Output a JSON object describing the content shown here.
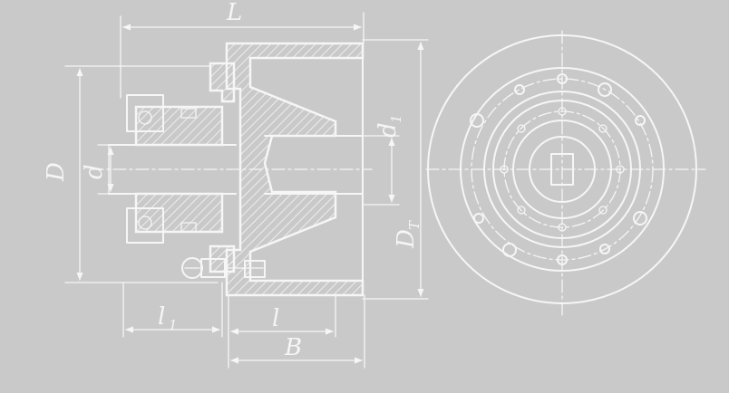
{
  "labels": {
    "L": "L",
    "D": "D",
    "d": "d",
    "d1_main": "d",
    "d1_sub": "1",
    "DT_main": "D",
    "DT_sub": "T",
    "l1_main": "l",
    "l1_sub": "1",
    "l": "l",
    "B": "B"
  },
  "colors": {
    "background": "#c9c9c9",
    "lines": "#f6f6f6"
  }
}
